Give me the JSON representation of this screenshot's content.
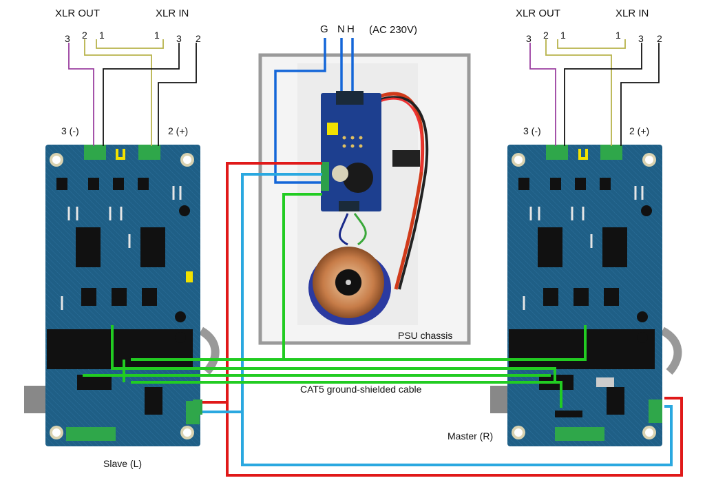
{
  "labels": {
    "left_xlr_out": "XLR OUT",
    "left_xlr_in": "XLR IN",
    "right_xlr_out": "XLR OUT",
    "right_xlr_in": "XLR IN",
    "left_pins": [
      "3",
      "2",
      "1",
      "1",
      "3",
      "2"
    ],
    "right_pins": [
      "3",
      "2",
      "1",
      "1",
      "3",
      "2"
    ],
    "left_minus": "3 (-)",
    "left_plus": "2 (+)",
    "right_minus": "3 (-)",
    "right_plus": "2 (+)",
    "mains_g": "G",
    "mains_n": "N",
    "mains_h": "H",
    "mains_voltage": "(AC 230V)",
    "psu_chassis": "PSU chassis",
    "cat5": "CAT5 ground-shielded cable",
    "slave": "Slave (L)",
    "master": "Master (R)"
  },
  "colors": {
    "pcb_blue": "#1f5f86",
    "wire_red": "#e01919",
    "wire_lightblue": "#2aa8e0",
    "wire_green": "#22cc22",
    "mains_blue": "#1466d8",
    "xlr_purple": "#9b3fa0",
    "xlr_olive": "#b7b24a",
    "chassis_gray": "#9a9a9a",
    "jumper_yellow": "#f2e200"
  }
}
